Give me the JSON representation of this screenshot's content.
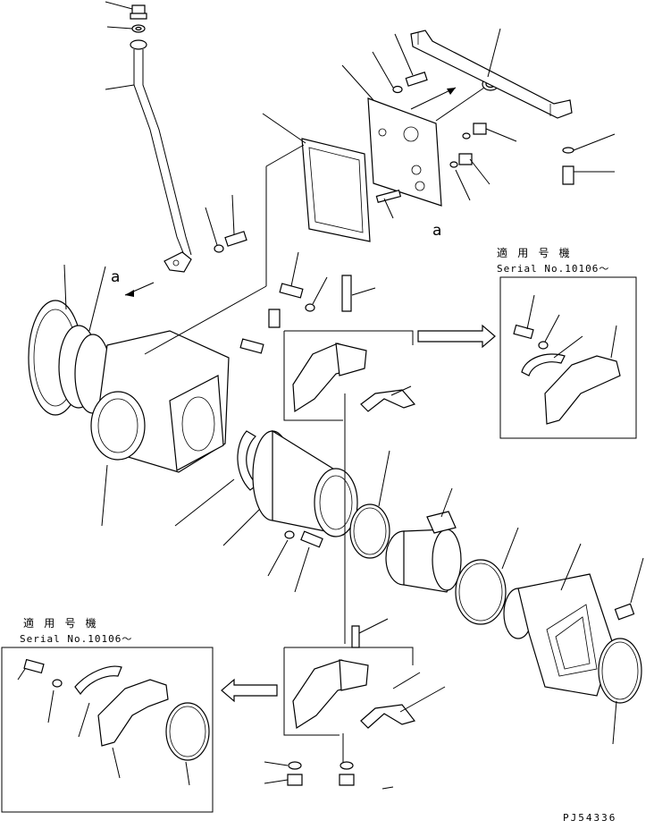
{
  "inset_top": {
    "title": "適 用 号 機",
    "serial": "Serial No.10106〜"
  },
  "inset_bottom": {
    "title": "適 用 号 機",
    "serial": "Serial No.10106〜"
  },
  "callouts": {
    "a_upper": "a",
    "a_lower": "a"
  },
  "drawing_code": "PJ54336"
}
